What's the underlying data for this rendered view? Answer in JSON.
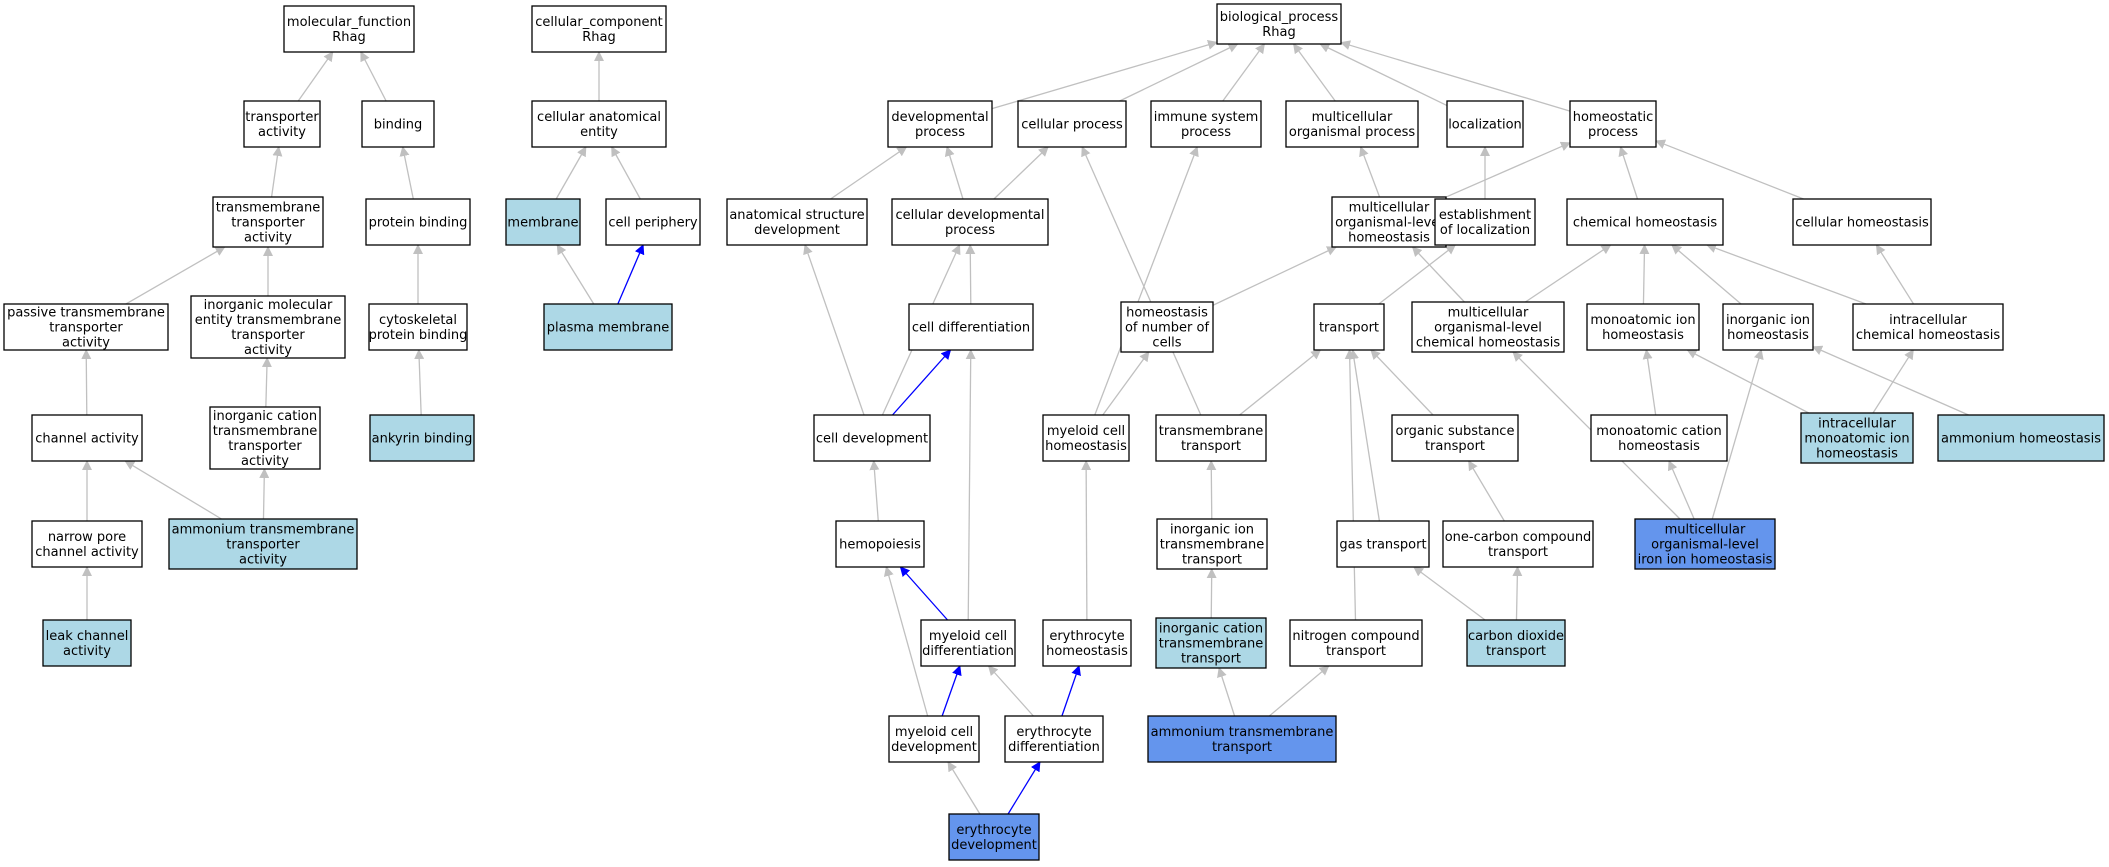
{
  "colors": {
    "plain": "#ffffff",
    "light": "#add8e6",
    "dark": "#6495ed",
    "edge_gray": "#c0c0c0",
    "edge_blue": "#0000ff"
  },
  "nodes": [
    {
      "id": "mf",
      "lines": [
        "molecular_function",
        "Rhag"
      ],
      "fill": "plain"
    },
    {
      "id": "cc",
      "lines": [
        "cellular_component",
        "Rhag"
      ],
      "fill": "plain"
    },
    {
      "id": "bp",
      "lines": [
        "biological_process",
        "Rhag"
      ],
      "fill": "plain"
    },
    {
      "id": "ta",
      "lines": [
        "transporter",
        "activity"
      ],
      "fill": "plain"
    },
    {
      "id": "bind",
      "lines": [
        "binding"
      ],
      "fill": "plain"
    },
    {
      "id": "cae",
      "lines": [
        "cellular anatomical",
        "entity"
      ],
      "fill": "plain"
    },
    {
      "id": "devp",
      "lines": [
        "developmental",
        "process"
      ],
      "fill": "plain"
    },
    {
      "id": "cellp",
      "lines": [
        "cellular process"
      ],
      "fill": "plain"
    },
    {
      "id": "isp",
      "lines": [
        "immune system",
        "process"
      ],
      "fill": "plain"
    },
    {
      "id": "mcop",
      "lines": [
        "multicellular",
        "organismal process"
      ],
      "fill": "plain"
    },
    {
      "id": "loc",
      "lines": [
        "localization"
      ],
      "fill": "plain"
    },
    {
      "id": "homp",
      "lines": [
        "homeostatic",
        "process"
      ],
      "fill": "plain"
    },
    {
      "id": "tmta",
      "lines": [
        "transmembrane",
        "transporter",
        "activity"
      ],
      "fill": "plain"
    },
    {
      "id": "pb",
      "lines": [
        "protein binding"
      ],
      "fill": "plain"
    },
    {
      "id": "mem",
      "lines": [
        "membrane"
      ],
      "fill": "light"
    },
    {
      "id": "cper",
      "lines": [
        "cell periphery"
      ],
      "fill": "plain"
    },
    {
      "id": "asd",
      "lines": [
        "anatomical structure",
        "development"
      ],
      "fill": "plain"
    },
    {
      "id": "cdp",
      "lines": [
        "cellular developmental",
        "process"
      ],
      "fill": "plain"
    },
    {
      "id": "mcolh",
      "lines": [
        "multicellular",
        "organismal-level",
        "homeostasis"
      ],
      "fill": "plain"
    },
    {
      "id": "eloc",
      "lines": [
        "establishment",
        "of localization"
      ],
      "fill": "plain"
    },
    {
      "id": "chh",
      "lines": [
        "chemical homeostasis"
      ],
      "fill": "plain"
    },
    {
      "id": "celh",
      "lines": [
        "cellular homeostasis"
      ],
      "fill": "plain"
    },
    {
      "id": "ptta",
      "lines": [
        "passive transmembrane",
        "transporter",
        "activity"
      ],
      "fill": "plain"
    },
    {
      "id": "imeta",
      "lines": [
        "inorganic molecular",
        "entity transmembrane",
        "transporter",
        "activity"
      ],
      "fill": "plain"
    },
    {
      "id": "cpb",
      "lines": [
        "cytoskeletal",
        "protein binding"
      ],
      "fill": "plain"
    },
    {
      "id": "pm",
      "lines": [
        "plasma membrane"
      ],
      "fill": "light"
    },
    {
      "id": "cdiff",
      "lines": [
        "cell differentiation"
      ],
      "fill": "plain"
    },
    {
      "id": "hnc",
      "lines": [
        "homeostasis",
        "of number of",
        "cells"
      ],
      "fill": "plain"
    },
    {
      "id": "trans",
      "lines": [
        "transport"
      ],
      "fill": "plain"
    },
    {
      "id": "mcolch",
      "lines": [
        "multicellular",
        "organismal-level",
        "chemical homeostasis"
      ],
      "fill": "plain"
    },
    {
      "id": "mih",
      "lines": [
        "monoatomic ion",
        "homeostasis"
      ],
      "fill": "plain"
    },
    {
      "id": "iih",
      "lines": [
        "inorganic ion",
        "homeostasis"
      ],
      "fill": "plain"
    },
    {
      "id": "ich",
      "lines": [
        "intracellular",
        "chemical homeostasis"
      ],
      "fill": "plain"
    },
    {
      "id": "cha",
      "lines": [
        "channel activity"
      ],
      "fill": "plain"
    },
    {
      "id": "icta",
      "lines": [
        "inorganic cation",
        "transmembrane",
        "transporter",
        "activity"
      ],
      "fill": "plain"
    },
    {
      "id": "ankb",
      "lines": [
        "ankyrin binding"
      ],
      "fill": "light"
    },
    {
      "id": "cdev",
      "lines": [
        "cell development"
      ],
      "fill": "plain"
    },
    {
      "id": "mch",
      "lines": [
        "myeloid cell",
        "homeostasis"
      ],
      "fill": "plain"
    },
    {
      "id": "tmt",
      "lines": [
        "transmembrane",
        "transport"
      ],
      "fill": "plain"
    },
    {
      "id": "ost",
      "lines": [
        "organic substance",
        "transport"
      ],
      "fill": "plain"
    },
    {
      "id": "mch2",
      "lines": [
        "monoatomic cation",
        "homeostasis"
      ],
      "fill": "plain"
    },
    {
      "id": "imih",
      "lines": [
        "intracellular",
        "monoatomic ion",
        "homeostasis"
      ],
      "fill": "light"
    },
    {
      "id": "amh",
      "lines": [
        "ammonium homeostasis"
      ],
      "fill": "light"
    },
    {
      "id": "npca",
      "lines": [
        "narrow pore",
        "channel activity"
      ],
      "fill": "plain"
    },
    {
      "id": "amta",
      "lines": [
        "ammonium transmembrane",
        "transporter",
        "activity"
      ],
      "fill": "light"
    },
    {
      "id": "hemo",
      "lines": [
        "hemopoiesis"
      ],
      "fill": "plain"
    },
    {
      "id": "iitt",
      "lines": [
        "inorganic ion",
        "transmembrane",
        "transport"
      ],
      "fill": "plain"
    },
    {
      "id": "gt",
      "lines": [
        "gas transport"
      ],
      "fill": "plain"
    },
    {
      "id": "occt",
      "lines": [
        "one-carbon compound",
        "transport"
      ],
      "fill": "plain"
    },
    {
      "id": "mcolih",
      "lines": [
        "multicellular",
        "organismal-level",
        "iron ion homeostasis"
      ],
      "fill": "dark"
    },
    {
      "id": "lca",
      "lines": [
        "leak channel",
        "activity"
      ],
      "fill": "light"
    },
    {
      "id": "mcd",
      "lines": [
        "myeloid cell",
        "differentiation"
      ],
      "fill": "plain"
    },
    {
      "id": "eh",
      "lines": [
        "erythrocyte",
        "homeostasis"
      ],
      "fill": "plain"
    },
    {
      "id": "ictt",
      "lines": [
        "inorganic cation",
        "transmembrane",
        "transport"
      ],
      "fill": "light"
    },
    {
      "id": "nct",
      "lines": [
        "nitrogen compound",
        "transport"
      ],
      "fill": "plain"
    },
    {
      "id": "cdt",
      "lines": [
        "carbon dioxide",
        "transport"
      ],
      "fill": "light"
    },
    {
      "id": "mcdev",
      "lines": [
        "myeloid cell",
        "development"
      ],
      "fill": "plain"
    },
    {
      "id": "ediff",
      "lines": [
        "erythrocyte",
        "differentiation"
      ],
      "fill": "plain"
    },
    {
      "id": "att",
      "lines": [
        "ammonium transmembrane",
        "transport"
      ],
      "fill": "dark"
    },
    {
      "id": "edev",
      "lines": [
        "erythrocyte",
        "development"
      ],
      "fill": "dark"
    }
  ],
  "edges": [
    {
      "from": "ta",
      "to": "mf",
      "color": "edge_gray"
    },
    {
      "from": "bind",
      "to": "mf",
      "color": "edge_gray"
    },
    {
      "from": "tmta",
      "to": "ta",
      "color": "edge_gray"
    },
    {
      "from": "pb",
      "to": "bind",
      "color": "edge_gray"
    },
    {
      "from": "ptta",
      "to": "tmta",
      "color": "edge_gray"
    },
    {
      "from": "imeta",
      "to": "tmta",
      "color": "edge_gray"
    },
    {
      "from": "cpb",
      "to": "pb",
      "color": "edge_gray"
    },
    {
      "from": "ankb",
      "to": "cpb",
      "color": "edge_gray"
    },
    {
      "from": "cha",
      "to": "ptta",
      "color": "edge_gray"
    },
    {
      "from": "icta",
      "to": "imeta",
      "color": "edge_gray"
    },
    {
      "from": "npca",
      "to": "cha",
      "color": "edge_gray"
    },
    {
      "from": "amta",
      "to": "cha",
      "color": "edge_gray"
    },
    {
      "from": "amta",
      "to": "icta",
      "color": "edge_gray"
    },
    {
      "from": "lca",
      "to": "npca",
      "color": "edge_gray"
    },
    {
      "from": "cae",
      "to": "cc",
      "color": "edge_gray"
    },
    {
      "from": "mem",
      "to": "cae",
      "color": "edge_gray"
    },
    {
      "from": "cper",
      "to": "cae",
      "color": "edge_gray"
    },
    {
      "from": "pm",
      "to": "mem",
      "color": "edge_gray"
    },
    {
      "from": "pm",
      "to": "cper",
      "color": "edge_blue"
    },
    {
      "from": "devp",
      "to": "bp",
      "color": "edge_gray"
    },
    {
      "from": "cellp",
      "to": "bp",
      "color": "edge_gray"
    },
    {
      "from": "isp",
      "to": "bp",
      "color": "edge_gray"
    },
    {
      "from": "mcop",
      "to": "bp",
      "color": "edge_gray"
    },
    {
      "from": "loc",
      "to": "bp",
      "color": "edge_gray"
    },
    {
      "from": "homp",
      "to": "bp",
      "color": "edge_gray"
    },
    {
      "from": "asd",
      "to": "devp",
      "color": "edge_gray"
    },
    {
      "from": "cdp",
      "to": "devp",
      "color": "edge_gray"
    },
    {
      "from": "cdp",
      "to": "cellp",
      "color": "edge_gray"
    },
    {
      "from": "mcolh",
      "to": "mcop",
      "color": "edge_gray"
    },
    {
      "from": "mcolh",
      "to": "homp",
      "color": "edge_gray"
    },
    {
      "from": "eloc",
      "to": "loc",
      "color": "edge_gray"
    },
    {
      "from": "chh",
      "to": "homp",
      "color": "edge_gray"
    },
    {
      "from": "celh",
      "to": "homp",
      "color": "edge_gray"
    },
    {
      "from": "cdiff",
      "to": "cdp",
      "color": "edge_gray"
    },
    {
      "from": "cdev",
      "to": "cdiff",
      "color": "edge_blue"
    },
    {
      "from": "cdev",
      "to": "asd",
      "color": "edge_gray"
    },
    {
      "from": "cdev",
      "to": "cdp",
      "color": "edge_gray"
    },
    {
      "from": "hemo",
      "to": "cdev",
      "color": "edge_gray"
    },
    {
      "from": "mcd",
      "to": "hemo",
      "color": "edge_blue"
    },
    {
      "from": "mcd",
      "to": "cdiff",
      "color": "edge_gray"
    },
    {
      "from": "mcdev",
      "to": "mcd",
      "color": "edge_blue"
    },
    {
      "from": "mcdev",
      "to": "hemo",
      "color": "edge_gray"
    },
    {
      "from": "ediff",
      "to": "mcd",
      "color": "edge_gray"
    },
    {
      "from": "ediff",
      "to": "eh",
      "color": "edge_blue"
    },
    {
      "from": "edev",
      "to": "ediff",
      "color": "edge_blue"
    },
    {
      "from": "edev",
      "to": "mcdev",
      "color": "edge_gray"
    },
    {
      "from": "hnc",
      "to": "mcolh",
      "color": "edge_gray"
    },
    {
      "from": "mch",
      "to": "hnc",
      "color": "edge_gray"
    },
    {
      "from": "mch",
      "to": "isp",
      "color": "edge_gray"
    },
    {
      "from": "eh",
      "to": "mch",
      "color": "edge_gray"
    },
    {
      "from": "trans",
      "to": "eloc",
      "color": "edge_gray"
    },
    {
      "from": "tmt",
      "to": "trans",
      "color": "edge_gray"
    },
    {
      "from": "tmt",
      "to": "cellp",
      "color": "edge_gray"
    },
    {
      "from": "iitt",
      "to": "tmt",
      "color": "edge_gray"
    },
    {
      "from": "ictt",
      "to": "iitt",
      "color": "edge_gray"
    },
    {
      "from": "att",
      "to": "ictt",
      "color": "edge_gray"
    },
    {
      "from": "att",
      "to": "nct",
      "color": "edge_gray"
    },
    {
      "from": "nct",
      "to": "trans",
      "color": "edge_gray"
    },
    {
      "from": "ost",
      "to": "trans",
      "color": "edge_gray"
    },
    {
      "from": "gt",
      "to": "trans",
      "color": "edge_gray"
    },
    {
      "from": "occt",
      "to": "ost",
      "color": "edge_gray"
    },
    {
      "from": "cdt",
      "to": "gt",
      "color": "edge_gray"
    },
    {
      "from": "cdt",
      "to": "occt",
      "color": "edge_gray"
    },
    {
      "from": "mcolch",
      "to": "mcolh",
      "color": "edge_gray"
    },
    {
      "from": "mcolch",
      "to": "chh",
      "color": "edge_gray"
    },
    {
      "from": "mih",
      "to": "chh",
      "color": "edge_gray"
    },
    {
      "from": "iih",
      "to": "chh",
      "color": "edge_gray"
    },
    {
      "from": "ich",
      "to": "chh",
      "color": "edge_gray"
    },
    {
      "from": "ich",
      "to": "celh",
      "color": "edge_gray"
    },
    {
      "from": "mch2",
      "to": "mih",
      "color": "edge_gray"
    },
    {
      "from": "imih",
      "to": "mih",
      "color": "edge_gray"
    },
    {
      "from": "imih",
      "to": "ich",
      "color": "edge_gray"
    },
    {
      "from": "amh",
      "to": "iih",
      "color": "edge_gray"
    },
    {
      "from": "mcolih",
      "to": "mch2",
      "color": "edge_gray"
    },
    {
      "from": "mcolih",
      "to": "iih",
      "color": "edge_gray"
    },
    {
      "from": "mcolih",
      "to": "mcolch",
      "color": "edge_gray"
    }
  ]
}
